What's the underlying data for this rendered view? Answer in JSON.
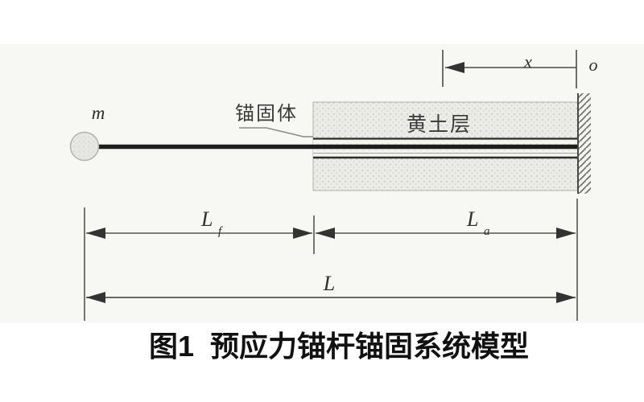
{
  "figure": {
    "caption": {
      "prefix": "图1",
      "title": "预应力锚杆锚固系统模型"
    },
    "annotations": {
      "mass_label": "m",
      "anchor_body_label": "锚固体",
      "loess_layer_label": "黄土层",
      "x_coord_label": "x",
      "origin_label": "o"
    },
    "dimensions": {
      "free_segment_main": "L",
      "free_segment_sub": "f",
      "anchored_segment_main": "L",
      "anchored_segment_sub": "a",
      "total_length": "L"
    },
    "colors": {
      "line": "#4a4a4a",
      "rod": "#1d1d1d",
      "arrow_fill": "#333333",
      "soil_fill": "#ebebe7",
      "anchor_band_fill": "#f3f3ef",
      "wall_hatch": "#6a6a6a",
      "scan_background": "#f7f7f4",
      "caption_color": "#111111"
    }
  }
}
